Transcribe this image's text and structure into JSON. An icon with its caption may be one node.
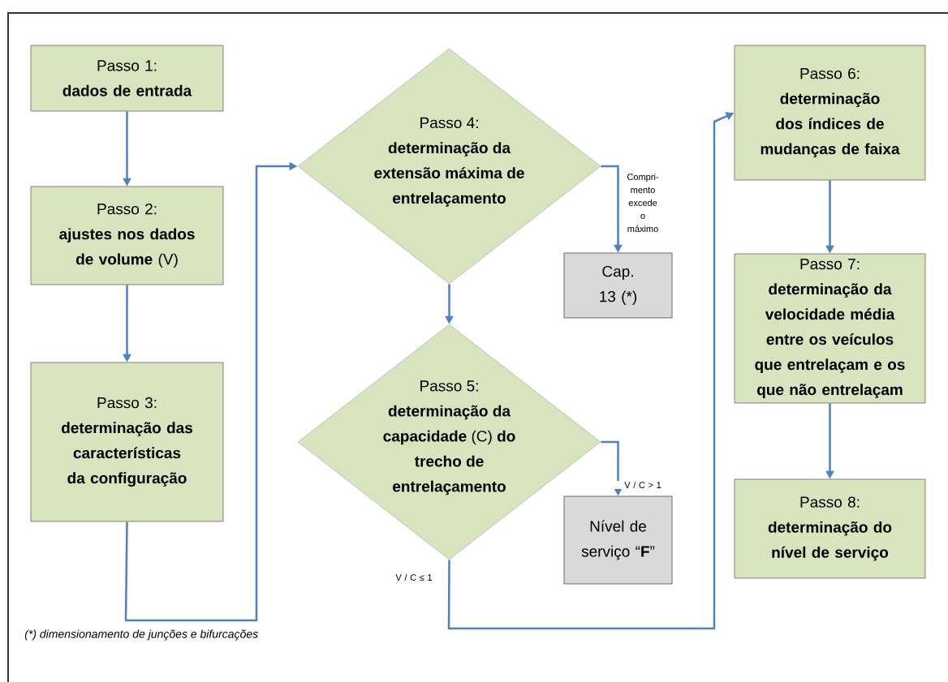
{
  "diagram": {
    "nodes": [
      {
        "text": [
          "Passo 1:",
          "dados de entrada"
        ]
      },
      {
        "text": [
          "Passo 2:",
          "**ajustes nos dados de volume** (V)"
        ]
      },
      {
        "text": [
          "Passo 3:",
          "determinação das características da configuração"
        ]
      },
      {
        "text": [
          "Passo 4:",
          "determinação da extensão máxima de entrelaçamento"
        ]
      },
      {
        "text": [
          "Cap. 13 (*)"
        ]
      },
      {
        "text": [
          "Passo 5:",
          "**determinação da capacidade** (C) **do trecho de entrelaçamento**"
        ]
      },
      {
        "text": [
          "Nível de serviço “**F**”"
        ]
      },
      {
        "text": [
          "Passo 6:",
          "determinação dos índices de mudanças de faixa"
        ]
      },
      {
        "text": [
          "Passo 7:",
          "determinação da velocidade média entre os veículos que entrelaçam e os que não entrelaçam"
        ]
      },
      {
        "text": [
          "Passo 8:",
          "determinação do nível de serviço"
        ]
      }
    ],
    "edges": [
      {
        "from": 0,
        "to": 1,
        "arrow": "to"
      },
      {
        "from": 1,
        "to": 2,
        "arrow": "to"
      },
      {
        "from": 2,
        "to": 3,
        "arrow": "to"
      },
      {
        "from": 3,
        "to": 4,
        "arrow": "to",
        "label": "Compri- mento excede o máximo"
      },
      {
        "from": 3,
        "to": 5,
        "arrow": "to"
      },
      {
        "from": 5,
        "to": 6,
        "arrow": "to",
        "label": "V / C > 1"
      },
      {
        "from": 5,
        "to": 7,
        "arrow": "to",
        "label": "V / C ≤ 1"
      },
      {
        "from": 7,
        "to": 8,
        "arrow": "to"
      },
      {
        "from": 8,
        "to": 9,
        "arrow": "to"
      }
    ],
    "labels": [
      "(*) dimensionamento de junções e bifurcações"
    ]
  }
}
